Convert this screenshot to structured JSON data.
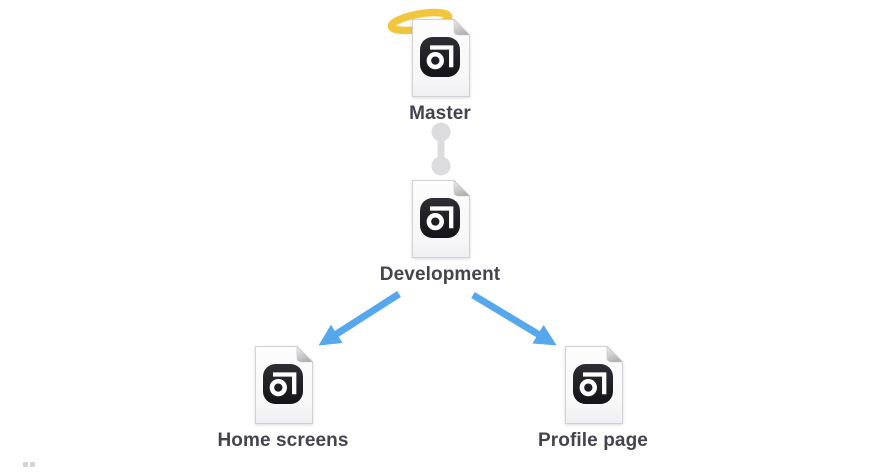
{
  "diagram": {
    "type": "branch-tree",
    "description": "File version branching diagram",
    "nodes": {
      "master": {
        "label": "Master",
        "icon": "abstract-file-icon",
        "decoration": "halo"
      },
      "development": {
        "label": "Development",
        "icon": "abstract-file-icon"
      },
      "home": {
        "label": "Home screens",
        "icon": "abstract-file-icon"
      },
      "profile": {
        "label": "Profile page",
        "icon": "abstract-file-icon"
      }
    },
    "connections": [
      {
        "from": "master",
        "to": "development",
        "style": "dumbbell-link"
      },
      {
        "from": "development",
        "to": "home",
        "style": "blue-arrow"
      },
      {
        "from": "development",
        "to": "profile",
        "style": "blue-arrow"
      }
    ]
  },
  "colors": {
    "halo": "#F2C63C",
    "arrow": "#56A7EB",
    "connector": "#DCDCDF",
    "label": "#45444E",
    "logo_bg": "#1D1C21",
    "logo_glyph": "#FFFFFF",
    "paper_edge": "#D2D2D4",
    "bg": "#FFFFFF"
  }
}
